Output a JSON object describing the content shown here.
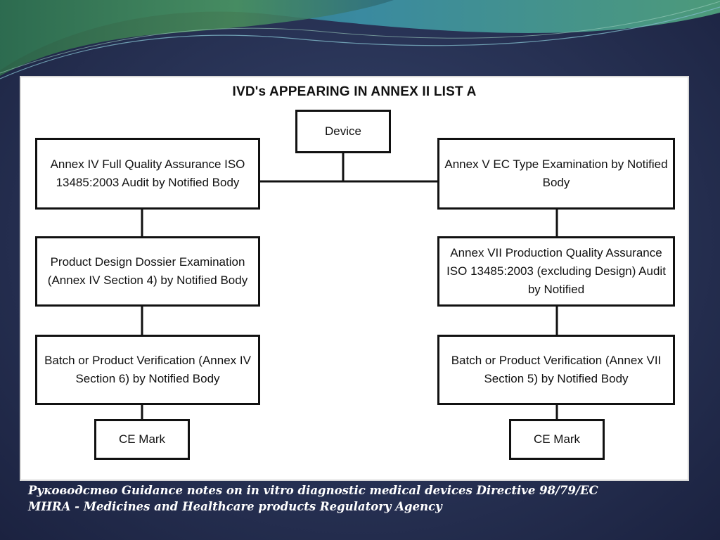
{
  "diagram": {
    "title": "IVD's APPEARING IN ANNEX II LIST A",
    "device": "Device",
    "left": {
      "step1": "Annex IV Full Quality Assurance ISO 13485:2003 Audit by Notified Body",
      "step2": "Product Design Dossier Examination (Annex IV Section 4) by Notified Body",
      "step3": "Batch or Product Verification (Annex IV Section 6) by Notified Body",
      "result": "CE Mark"
    },
    "right": {
      "step1": "Annex V EC Type Examination by Notified Body",
      "step2": "Annex VII Production Quality Assurance ISO 13485:2003 (excluding Design) Audit by Notified",
      "step3": "Batch or Product Verification (Annex VII Section 5) by Notified Body",
      "result": "CE Mark"
    }
  },
  "footer": {
    "line1": "Руководство Guidance notes on in vitro diagnostic medical devices Directive 98/79/EC",
    "line2": "MHRA - Medicines and Healthcare products Regulatory Agency"
  },
  "colors": {
    "background": "#2a3558",
    "swoosh_green": "#3f7d4c",
    "swoosh_teal": "#3a8aa0",
    "panel": "#ffffff",
    "box_border": "#111111"
  }
}
